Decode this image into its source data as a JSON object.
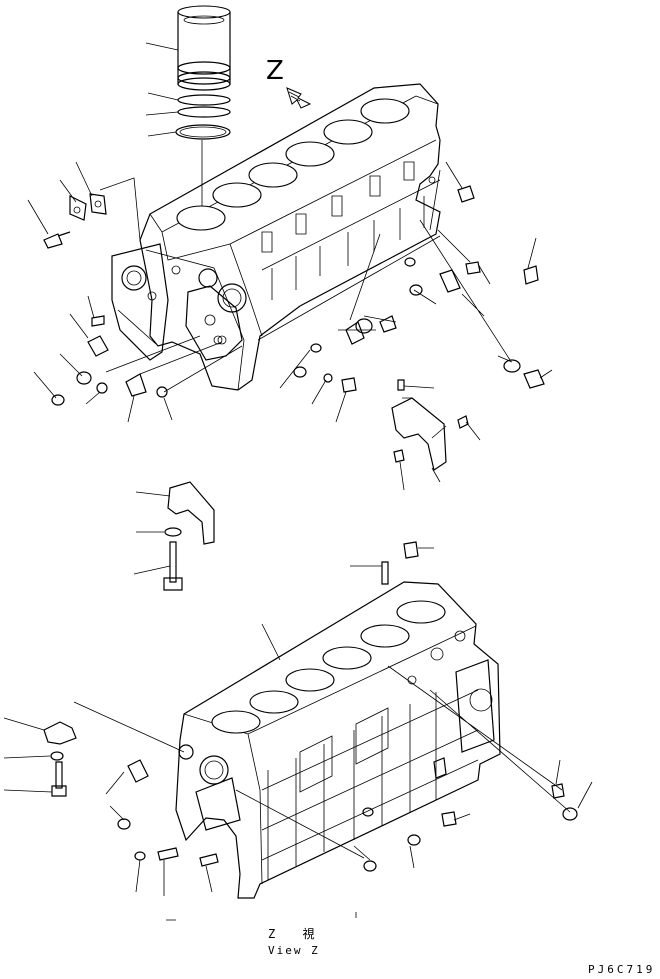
{
  "labels": {
    "view_letter": "Z",
    "view_caption_jp": "Z 視",
    "view_caption_en": "View Z",
    "drawing_code": "PJ6C719"
  }
}
